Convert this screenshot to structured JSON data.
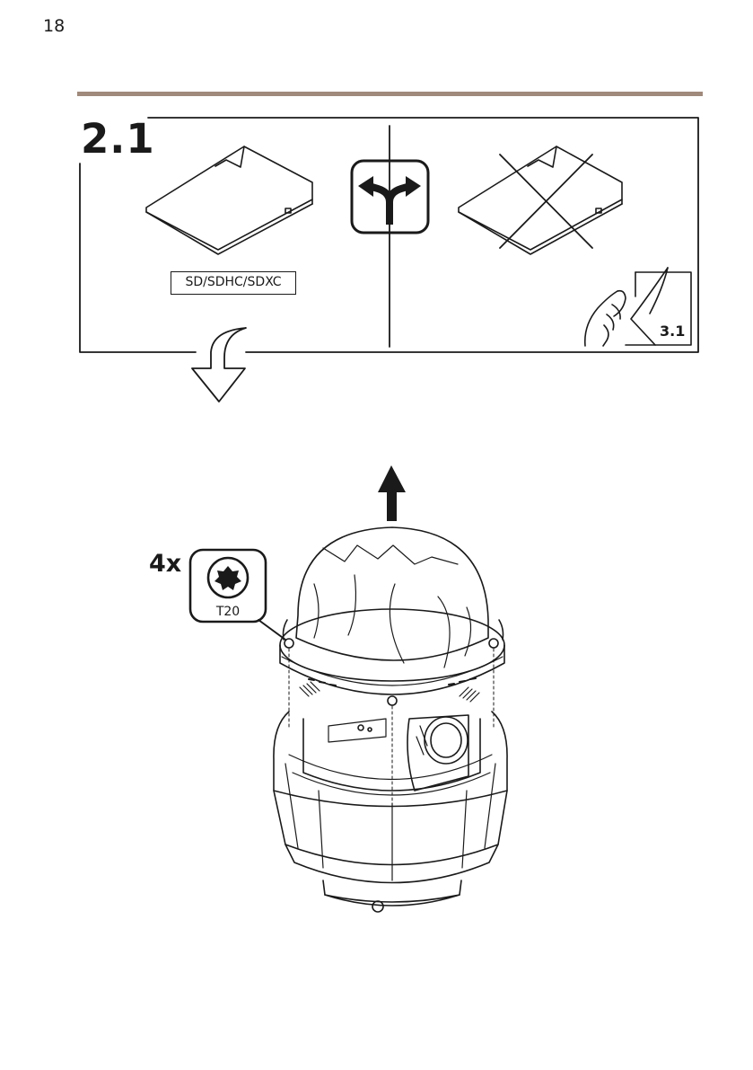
{
  "page": {
    "number": "18"
  },
  "colors": {
    "rule": "#a08a7c",
    "ink": "#1a1a1a"
  },
  "step": {
    "label": "2.1",
    "card_types": "SD/SDHC/SDXC",
    "alternative_step": "3.1"
  },
  "removal": {
    "screw_count": "4x",
    "bit_type": "T20"
  },
  "icons": [
    "sd-card-icon",
    "fork-arrow-icon",
    "crossed-sd-card-icon",
    "page-turn-hand-icon",
    "curved-down-arrow-icon",
    "up-arrow-icon",
    "torx-bit-icon",
    "dome-camera-icon"
  ]
}
